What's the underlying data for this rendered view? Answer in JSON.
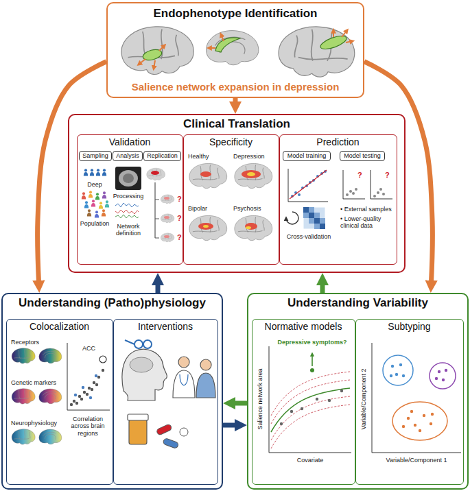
{
  "diagram": {
    "nodes": [
      {
        "text": [
          "Endophenotype Identification",
          "Salience network expansion in depression"
        ]
      },
      {
        "text": [
          "Clinical Translation"
        ]
      },
      {
        "text": [
          "Validation"
        ],
        "in": 1
      },
      {
        "text": [
          "Sampling"
        ],
        "in": 2
      },
      {
        "text": [
          "Analysis"
        ],
        "in": 2
      },
      {
        "text": [
          "Replication"
        ],
        "in": 2
      },
      {
        "text": [
          "Specificity"
        ],
        "in": 1
      },
      {
        "text": [
          "Prediction"
        ],
        "in": 1
      },
      {
        "text": [
          "Model training"
        ],
        "in": 7
      },
      {
        "text": [
          "Model testing"
        ],
        "in": 7
      },
      {
        "text": [
          "Understanding (Patho)physiology"
        ]
      },
      {
        "text": [
          "Colocalization"
        ],
        "in": 10
      },
      {
        "text": [
          "Interventions"
        ],
        "in": 10
      },
      {
        "text": [
          "Understanding Variability"
        ]
      },
      {
        "text": [
          "Normative models"
        ],
        "in": 13
      },
      {
        "text": [
          "Subtyping"
        ],
        "in": 13
      }
    ],
    "edges": [
      {
        "from": 0,
        "to": 1,
        "arrow": "to"
      },
      {
        "from": 0,
        "to": 10,
        "arrow": "to"
      },
      {
        "from": 0,
        "to": 13,
        "arrow": "to"
      },
      {
        "from": 10,
        "to": 1,
        "arrow": "to"
      },
      {
        "from": 13,
        "to": 1,
        "arrow": "to"
      },
      {
        "from": 13,
        "to": 10,
        "arrow": "to"
      },
      {
        "from": 10,
        "to": 13,
        "arrow": "to"
      }
    ],
    "labels": [
      "Deep",
      "Population",
      "Processing",
      "Network definition",
      "?",
      "?",
      "?",
      "Healthy",
      "Depression",
      "Bipolar",
      "Psychosis",
      "?",
      "?",
      "Cross-validation",
      "• External samples",
      "• Lower-quality clinical data",
      "Receptors",
      "Genetic markers",
      "Neurophysiology",
      "ACC",
      "Correlation across brain regions",
      "Depressive symptoms?",
      "Salience network area",
      "Covariate",
      "Variable/Component 2",
      "Variable/Component 1"
    ]
  }
}
